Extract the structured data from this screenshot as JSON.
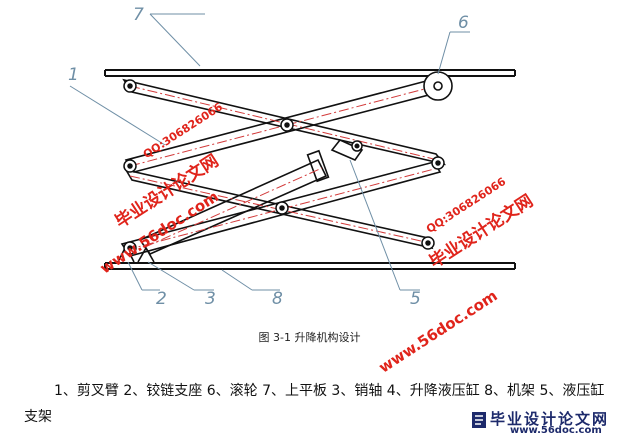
{
  "diagram": {
    "callouts": [
      "7",
      "6",
      "1",
      "2",
      "3",
      "8",
      "5"
    ]
  },
  "watermarks": {
    "site_name": "毕业设计论文网",
    "url": "www.56doc.com",
    "qq": "QQ:306826066"
  },
  "caption": "图 3-1  升降机构设计",
  "legend": "1、剪叉臂 2、铰链支座 6、滚轮  7、上平板 3、销轴  4、升降液压缸   8、机架 5、液压缸支架",
  "logo": {
    "title": "毕业设计论文网",
    "url": "www.56doc.com"
  }
}
